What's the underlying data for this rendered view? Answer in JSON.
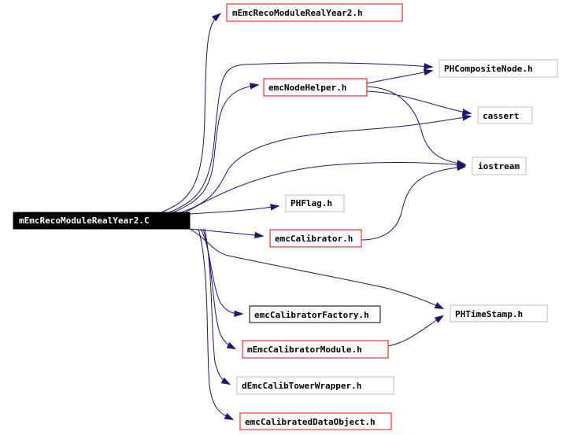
{
  "graph": {
    "colors": {
      "edge": "#191970",
      "root_fill": "#000000",
      "root_text": "#ffffff",
      "box_fill": "#ffffff",
      "text": "#000000",
      "border_red": "#ff0000",
      "border_gray": "#bfbfbf",
      "border_black": "#000000"
    },
    "root": {
      "id": "root",
      "label": "mEmcRecoModuleRealYear2.C"
    },
    "nodes": [
      {
        "id": "n1",
        "label": "mEmcRecoModuleRealYear2.h",
        "border": "red"
      },
      {
        "id": "n2",
        "label": "PHCompositeNode.h",
        "border": "gray"
      },
      {
        "id": "n3",
        "label": "emcNodeHelper.h",
        "border": "red"
      },
      {
        "id": "n4",
        "label": "cassert",
        "border": "gray"
      },
      {
        "id": "n5",
        "label": "iostream",
        "border": "gray"
      },
      {
        "id": "n6",
        "label": "PHFlag.h",
        "border": "gray"
      },
      {
        "id": "n7",
        "label": "emcCalibrator.h",
        "border": "red"
      },
      {
        "id": "n8",
        "label": "PHTimeStamp.h",
        "border": "gray"
      },
      {
        "id": "n9",
        "label": "emcCalibratorFactory.h",
        "border": "black"
      },
      {
        "id": "n10",
        "label": "mEmcCalibratorModule.h",
        "border": "red"
      },
      {
        "id": "n11",
        "label": "dEmcCalibTowerWrapper.h",
        "border": "gray"
      },
      {
        "id": "n12",
        "label": "emcCalibratedDataObject.h",
        "border": "red"
      }
    ],
    "edges": [
      [
        "root",
        "n1"
      ],
      [
        "root",
        "n2"
      ],
      [
        "root",
        "n3"
      ],
      [
        "root",
        "n4"
      ],
      [
        "root",
        "n5"
      ],
      [
        "root",
        "n6"
      ],
      [
        "root",
        "n7"
      ],
      [
        "root",
        "n8"
      ],
      [
        "root",
        "n9"
      ],
      [
        "root",
        "n10"
      ],
      [
        "root",
        "n11"
      ],
      [
        "root",
        "n12"
      ],
      [
        "n3",
        "n2"
      ],
      [
        "n3",
        "n4"
      ],
      [
        "n3",
        "n5"
      ],
      [
        "n7",
        "n5"
      ],
      [
        "n10",
        "n8"
      ]
    ]
  }
}
